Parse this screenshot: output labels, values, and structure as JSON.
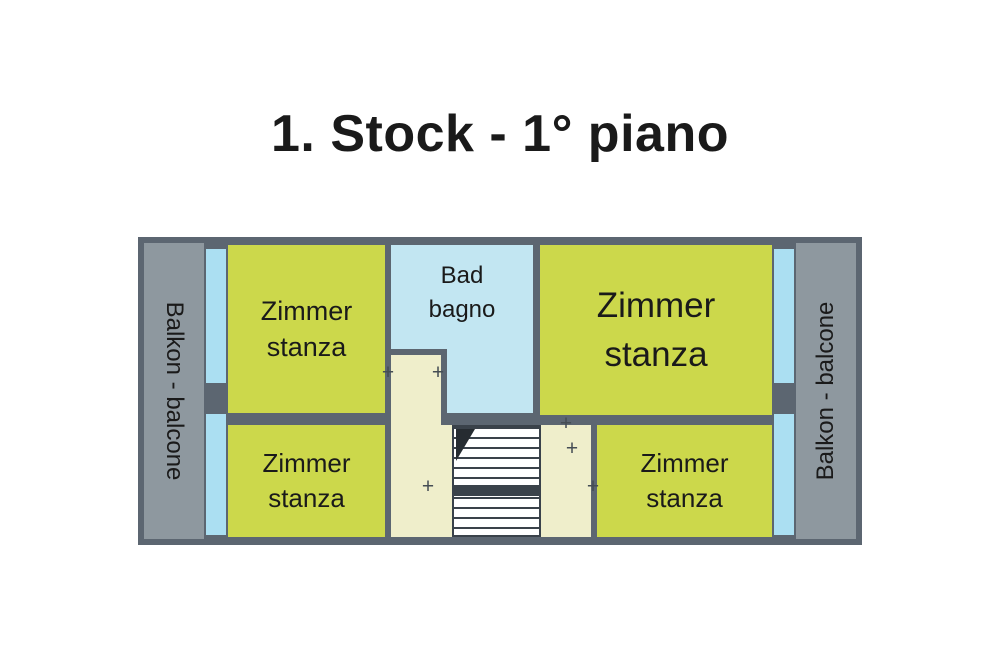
{
  "title": "1. Stock - 1° piano",
  "colors": {
    "wall": "#5c6671",
    "balcony": "#8e989f",
    "room": "#ccd84b",
    "bath": "#c2e6f2",
    "hall": "#efeecb",
    "window": "#abdff2",
    "stair_line": "#3a424a",
    "ink": "#1a1a1a"
  },
  "labels": {
    "balcony_left": "Balkon - balcone",
    "balcony_right": "Balkon - balcone",
    "room_top_left": {
      "l1": "Zimmer",
      "l2": "stanza"
    },
    "bath": {
      "l1": "Bad",
      "l2": "bagno"
    },
    "room_top_right": {
      "l1": "Zimmer",
      "l2": "stanza"
    },
    "room_bottom_left": {
      "l1": "Zimmer",
      "l2": "stanza"
    },
    "room_bottom_right": {
      "l1": "Zimmer",
      "l2": "stanza"
    }
  },
  "icons": {
    "door_marker": "+"
  }
}
